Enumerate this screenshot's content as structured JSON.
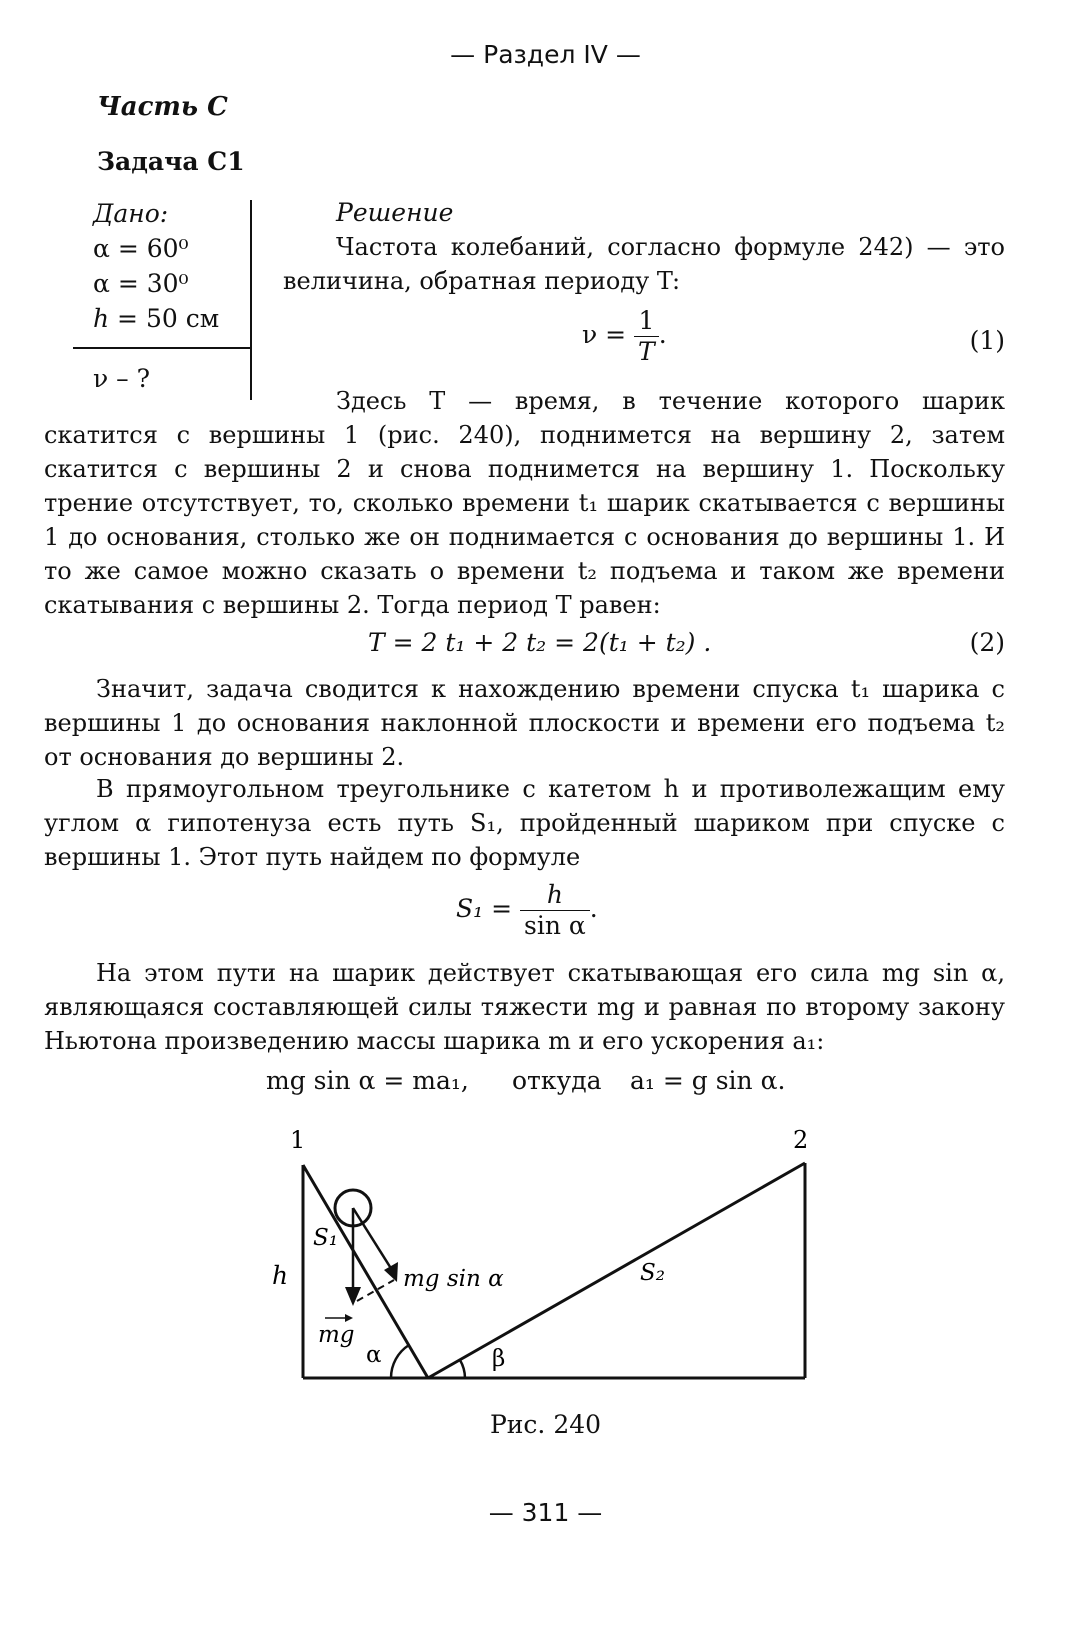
{
  "header": "— Раздел IV —",
  "part_title": "Часть С",
  "task_title": "Задача С1",
  "given": {
    "label": "Дано:",
    "line1": "α = 60⁰",
    "line2": "α = 30⁰",
    "line3_var": "h",
    "line3_rest": " = 50 см",
    "find": "ν – ?"
  },
  "solution": {
    "title": "Решение",
    "p1": "Частота колебаний, согласно формуле 242) — это величина, обратная периоду T:",
    "eq1": {
      "lhs": "ν = ",
      "num": "1",
      "den": "T",
      "tail": ".",
      "number": "(1)"
    },
    "p2": "Здесь T — время, в течение которого шарик скатится с вершины 1 (рис. 240), поднимется на вершину 2, затем скатится с вершины 2 и снова поднимется на вершину 1. Поскольку трение отсутствует, то, сколько времени t₁ шарик скатывается с вершины 1 до основания, столько же он поднимается с основания до вершины 1. И то же самое можно сказать о времени t₂ подъема и таком же времени скатывания с вершины 2. Тогда период T равен:",
    "eq2": {
      "text": "T = 2 t₁ + 2 t₂ = 2(t₁ + t₂) .",
      "number": "(2)"
    },
    "p3": "Значит, задача сводится к нахождению времени спуска t₁ шарика с вершины 1 до основания наклонной плоскости и времени его подъема t₂ от основания до вершины 2.",
    "p4": "В прямоугольном треугольнике с катетом h и противолежащим ему углом α гипотенуза есть путь S₁, пройденный шариком при спуске с вершины 1. Этот путь найдем по формуле",
    "eq3": {
      "lhs": "S₁ = ",
      "num": "h",
      "den": "sin α",
      "tail": "."
    },
    "p5": "На этом пути на шарик действует скатывающая его сила mg sin α, являющаяся составляющей силы тяжести mg и равная по второму закону Ньютона произведению массы шарика m и его ускорения a₁:",
    "eq4": {
      "left": "mg sin α = ma₁,",
      "middle": "откуда",
      "right": "a₁ = g sin α."
    }
  },
  "figure": {
    "label_1": "1",
    "label_2": "2",
    "label_h": "h",
    "label_s1": "S₁",
    "label_s2": "S₂",
    "label_force": "mg sin α",
    "label_weight": "mg",
    "label_alpha": "α",
    "label_beta": "β",
    "caption": "Рис. 240"
  },
  "footer": "— 311 —"
}
